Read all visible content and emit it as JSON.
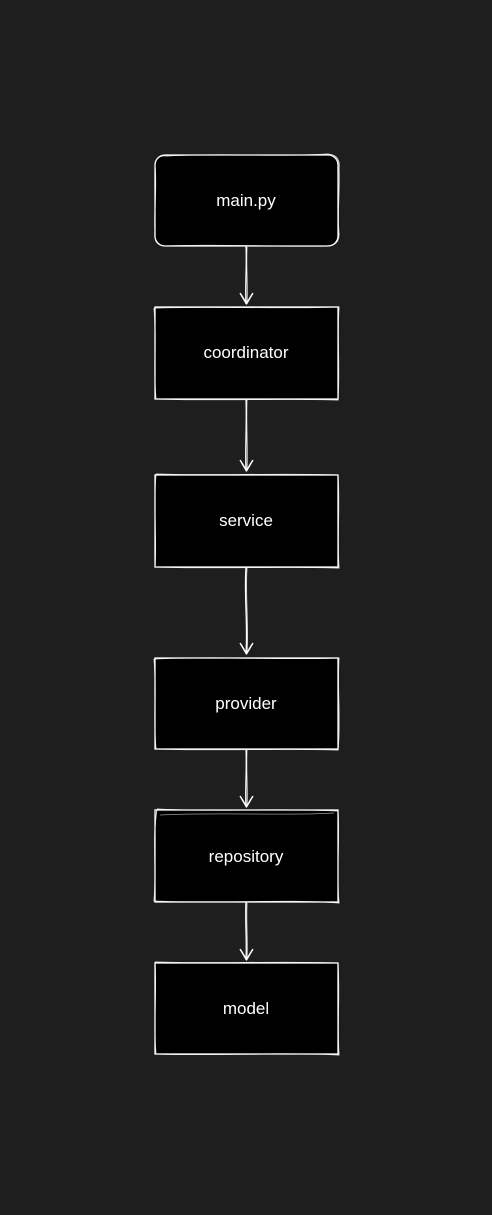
{
  "colors": {
    "background": "#1e1e1e",
    "node_fill": "#000000",
    "stroke": "#ffffff",
    "text": "#ffffff"
  },
  "nodes": [
    {
      "id": "main-py",
      "label": "main.py"
    },
    {
      "id": "coordinator",
      "label": "coordinator"
    },
    {
      "id": "service",
      "label": "service"
    },
    {
      "id": "provider",
      "label": "provider"
    },
    {
      "id": "repository",
      "label": "repository"
    },
    {
      "id": "model",
      "label": "model"
    }
  ],
  "edges": [
    {
      "from": "main-py",
      "to": "coordinator"
    },
    {
      "from": "coordinator",
      "to": "service"
    },
    {
      "from": "service",
      "to": "provider"
    },
    {
      "from": "provider",
      "to": "repository"
    },
    {
      "from": "repository",
      "to": "model"
    }
  ]
}
